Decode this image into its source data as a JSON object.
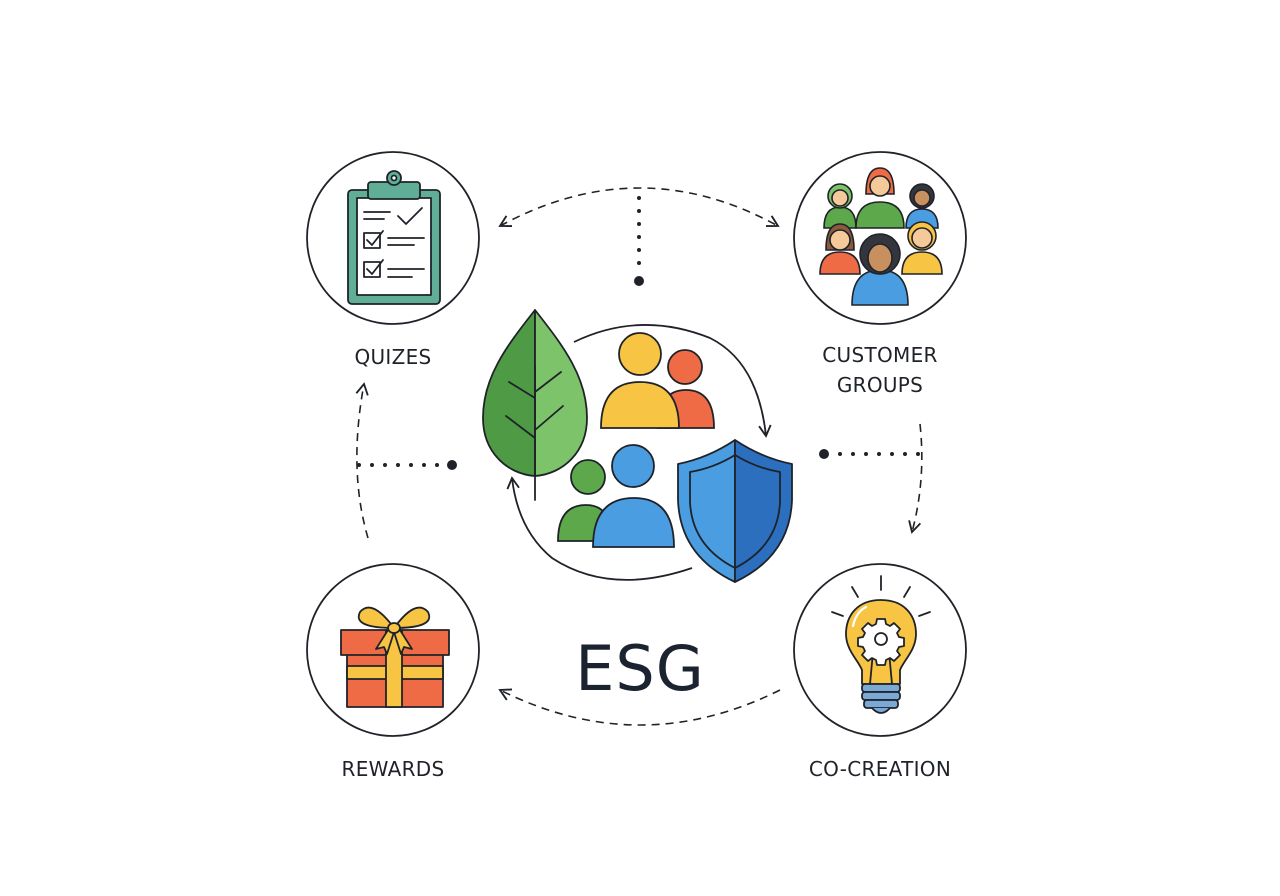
{
  "diagram": {
    "title": "ESG",
    "nodes": [
      {
        "id": "quizes",
        "label": "QUIZES",
        "icon": "clipboard-checklist-icon",
        "position": "top-left"
      },
      {
        "id": "customer-groups",
        "label_line1": "CUSTOMER",
        "label_line2": "GROUPS",
        "icon": "diverse-people-group-icon",
        "position": "top-right"
      },
      {
        "id": "rewards",
        "label": "REWARDS",
        "icon": "gift-box-icon",
        "position": "bottom-left"
      },
      {
        "id": "co-creation",
        "label": "CO-CREATION",
        "icon": "lightbulb-gear-icon",
        "position": "bottom-right"
      }
    ],
    "center": {
      "icons": [
        "leaf-icon",
        "people-icon",
        "shield-icon",
        "cycle-arrows-icon"
      ]
    },
    "connectors": [
      {
        "from": "center",
        "to": "quizes",
        "style": "dashed-arrow-top-bidirectional"
      },
      {
        "from": "center",
        "to": "customer-groups",
        "style": "dashed-arrow-top-bidirectional"
      },
      {
        "from": "customer-groups",
        "to": "co-creation",
        "style": "dashed-arrow-right"
      },
      {
        "from": "co-creation",
        "to": "rewards",
        "style": "dashed-arrow-bottom"
      },
      {
        "from": "rewards",
        "to": "quizes",
        "style": "dashed-arrow-left"
      }
    ],
    "colors": {
      "outline": "#1f2329",
      "teal": "#5fae95",
      "green": "#5da84a",
      "green_light": "#7dc36a",
      "yellow": "#f7c443",
      "orange": "#ee6b45",
      "blue": "#4a9de0",
      "blue_dark": "#2c6fbf",
      "skin": "#f6c99b",
      "skin_dark": "#c88f5f"
    }
  }
}
